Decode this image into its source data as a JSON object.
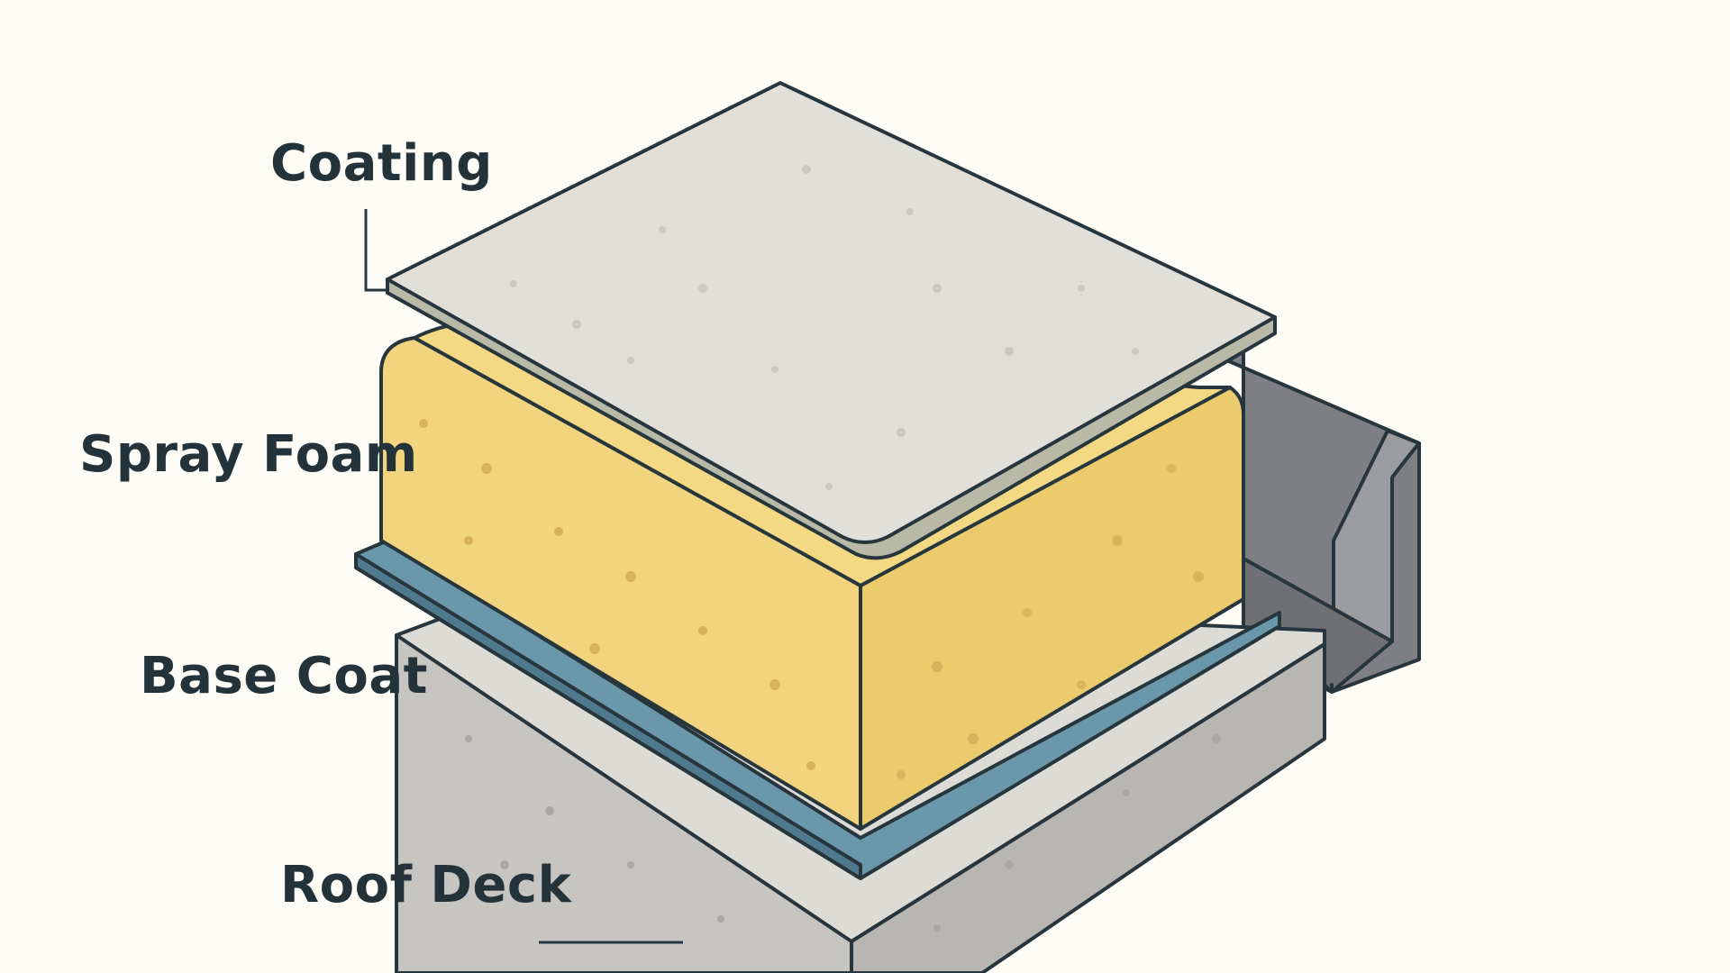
{
  "diagram": {
    "layers": [
      {
        "id": "coating",
        "label": "Coating",
        "color": "#e0dfda"
      },
      {
        "id": "spray-foam",
        "label": "Spray Foam",
        "color": "#f2d47e"
      },
      {
        "id": "base-coat",
        "label": "Base Coat",
        "color": "#6b97aa"
      },
      {
        "id": "roof-deck",
        "label": "Roof Deck",
        "color": "#c6c5c2"
      }
    ],
    "background": "#fdfcf6",
    "outline_color": "#27363c",
    "channel_color": "#7d7f82"
  }
}
